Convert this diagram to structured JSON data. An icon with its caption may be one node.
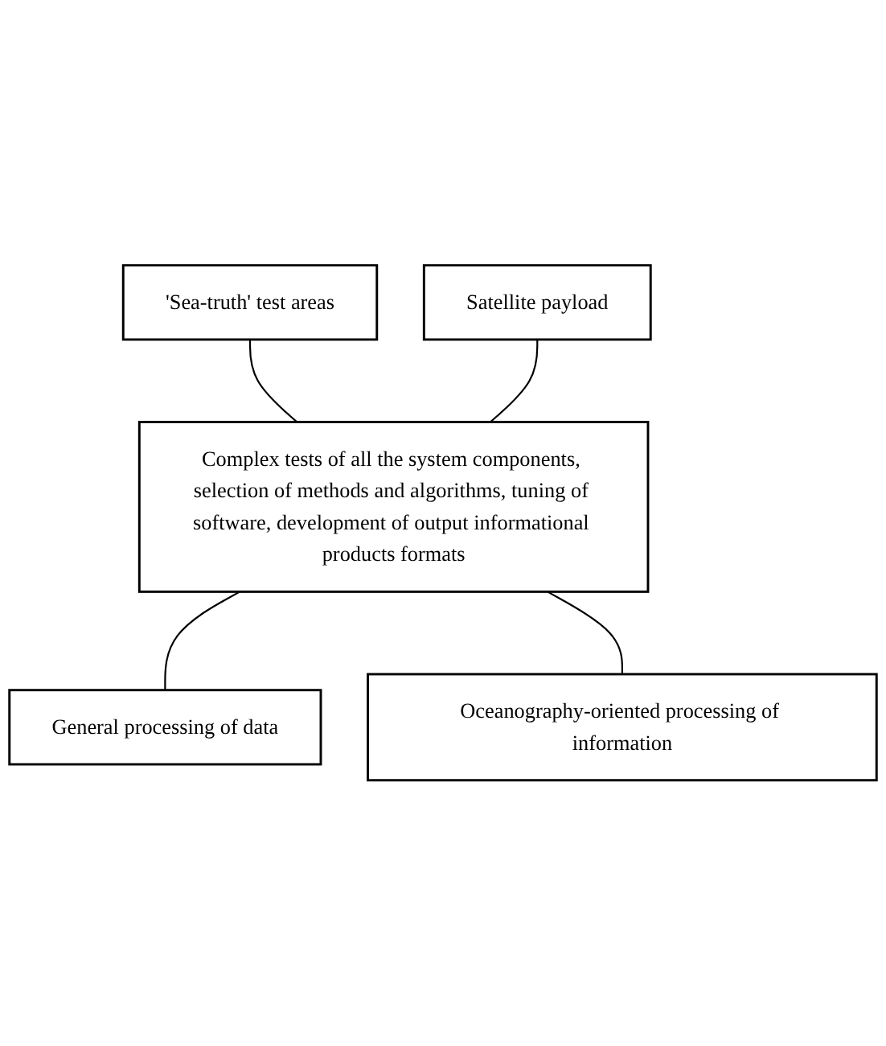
{
  "diagram": {
    "nodes": [
      {
        "text": [
          "'Sea-truth' test areas"
        ]
      },
      {
        "text": [
          "Satellite payload"
        ]
      },
      {
        "text": [
          "Complex tests of all the system components, selection of methods and algorithms, tuning of software, development of output informational products formats"
        ]
      },
      {
        "text": [
          "General processing of data"
        ]
      },
      {
        "text": [
          "Oceanography-oriented processing of information"
        ]
      }
    ],
    "edges": [
      {
        "from": 0,
        "to": 2,
        "arrow": "none"
      },
      {
        "from": 1,
        "to": 2,
        "arrow": "none"
      },
      {
        "from": 2,
        "to": 3,
        "arrow": "none"
      },
      {
        "from": 2,
        "to": 4,
        "arrow": "none"
      }
    ]
  }
}
